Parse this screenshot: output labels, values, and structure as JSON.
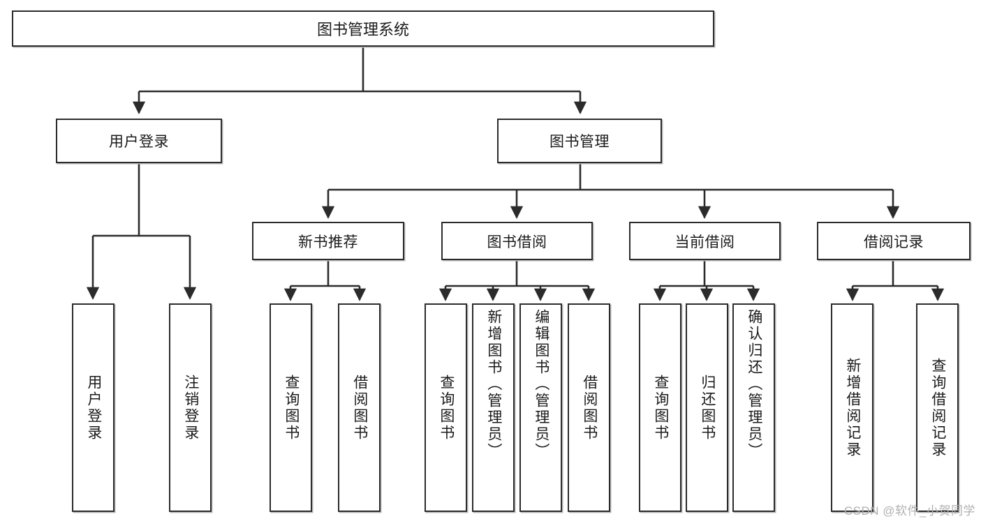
{
  "diagram": {
    "type": "tree-hierarchy",
    "title": "图书管理系统",
    "root": {
      "label": "图书管理系统"
    },
    "level1": [
      {
        "label": "用户登录"
      },
      {
        "label": "图书管理"
      }
    ],
    "level2": [
      {
        "label": "新书推荐"
      },
      {
        "label": "图书借阅"
      },
      {
        "label": "当前借阅"
      },
      {
        "label": "借阅记录"
      }
    ],
    "leaves": [
      {
        "label": "用户登录",
        "parent": "用户登录"
      },
      {
        "label": "注销登录",
        "parent": "用户登录"
      },
      {
        "label": "查询图书",
        "parent": "新书推荐"
      },
      {
        "label": "借阅图书",
        "parent": "新书推荐"
      },
      {
        "label": "查询图书",
        "parent": "图书借阅"
      },
      {
        "label": "新增图书（管理员）",
        "parent": "图书借阅"
      },
      {
        "label": "编辑图书（管理员）",
        "parent": "图书借阅"
      },
      {
        "label": "借阅图书",
        "parent": "图书借阅"
      },
      {
        "label": "查询图书",
        "parent": "当前借阅"
      },
      {
        "label": "归还图书",
        "parent": "当前借阅"
      },
      {
        "label": "确认归还（管理员）",
        "parent": "当前借阅"
      },
      {
        "label": "新增借阅记录",
        "parent": "借阅记录"
      },
      {
        "label": "查询借阅记录",
        "parent": "借阅记录"
      }
    ]
  },
  "watermark": {
    "text": "CSDN @软件_小贺同学"
  },
  "colors": {
    "stroke": "#2b2b2b",
    "box_fill": "#ffffff",
    "text": "#1a1a1a",
    "watermark": "#b0b0b0",
    "background": "#ffffff"
  }
}
